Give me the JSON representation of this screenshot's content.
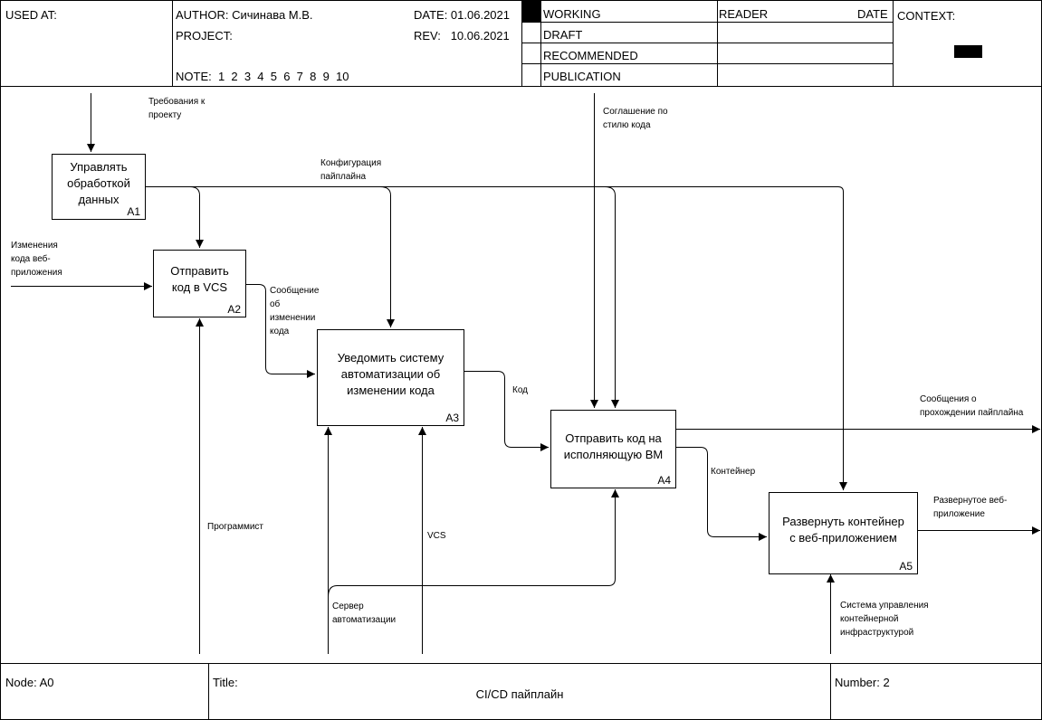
{
  "header": {
    "used_at": "USED AT:",
    "author": "AUTHOR: Сичинава М.В.",
    "date": "DATE: 01.06.2021",
    "project": "PROJECT:",
    "rev": "REV:   10.06.2021",
    "note": "NOTE:  1  2  3  4  5  6  7  8  9  10",
    "status": [
      "WORKING",
      "DRAFT",
      "RECOMMENDED",
      "PUBLICATION"
    ],
    "reader": "READER",
    "reader_date": "DATE",
    "context": "CONTEXT:"
  },
  "boxes": [
    {
      "id": "A1",
      "text": "Управлять\nобработкой\nданных"
    },
    {
      "id": "A2",
      "text": "Отправить\nкод в VCS"
    },
    {
      "id": "A3",
      "text": "Уведомить систему\nавтоматизации об\nизменении кода"
    },
    {
      "id": "A4",
      "text": "Отправить код на\nисполняющую ВМ"
    },
    {
      "id": "A5",
      "text": "Развернуть контейнер\nс веб-приложением"
    }
  ],
  "labels": {
    "req": "Требования к\nпроекту",
    "style": "Соглашение по\nстилю кода",
    "config": "Конфигурация\nпайплайна",
    "changes": "Изменения\nкода веб-\nприложения",
    "msg": "Сообщение\nоб\nизменении\nкода",
    "code": "Код",
    "pipe_msg": "Сообщения о\nпрохождении пайплайна",
    "container": "Контейнер",
    "deployed": "Развернутое веб-\nприложение",
    "programmer": "Программист",
    "vcs": "VCS",
    "server": "Сервер\nавтоматизации",
    "orchestration": "Система управления\nконтейнерной\nинфраструктурой"
  },
  "footer": {
    "node": "Node: A0",
    "title_label": "Title:",
    "title": "CI/CD пайплайн",
    "number": "Number: 2"
  }
}
